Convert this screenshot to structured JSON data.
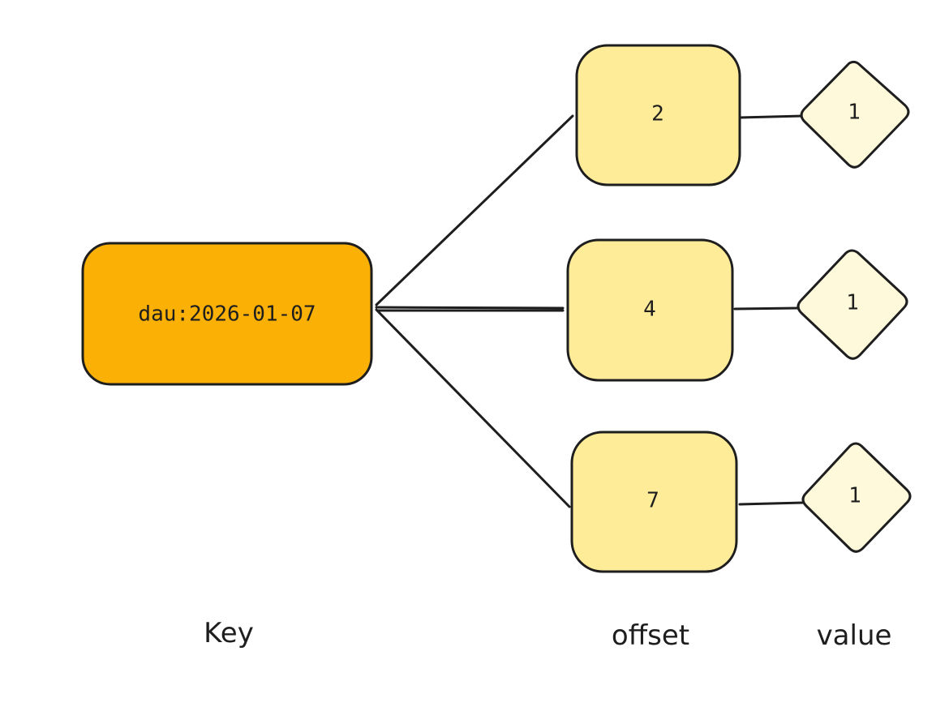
{
  "colors": {
    "key_fill": "#fab005",
    "offset_fill": "#ffec99",
    "value_fill": "#fff9db",
    "stroke": "#1e1e1e"
  },
  "key": {
    "label": "dau:2026-01-07"
  },
  "offsets": [
    {
      "label": "2",
      "value": "1"
    },
    {
      "label": "4",
      "value": "1"
    },
    {
      "label": "7",
      "value": "1"
    }
  ],
  "captions": {
    "key": "Key",
    "offset": "offset",
    "value": "value"
  }
}
